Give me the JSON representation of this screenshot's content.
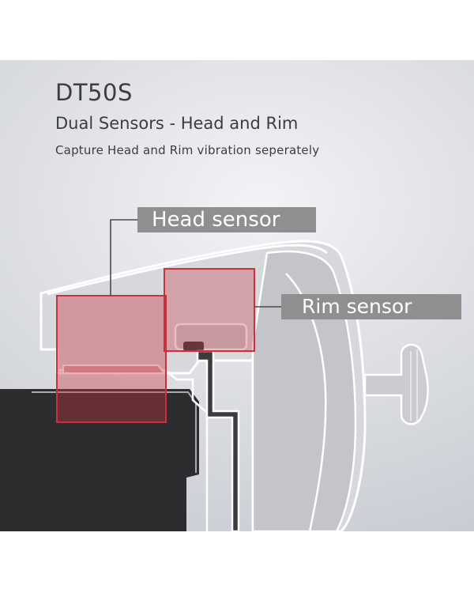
{
  "header": {
    "product": "DT50S",
    "subtitle": "Dual Sensors - Head and Rim",
    "tagline": "Capture Head and Rim vibration seperately"
  },
  "callouts": {
    "head_sensor": "Head sensor",
    "rim_sensor": "Rim sensor"
  },
  "colors": {
    "sensor_highlight": "#c8323c",
    "callout_bg": "#8f8f8f",
    "drum_shell": "#2c2b2c"
  },
  "icons": {
    "drum_diagram": "drum-trigger-cross-section-illustration"
  }
}
